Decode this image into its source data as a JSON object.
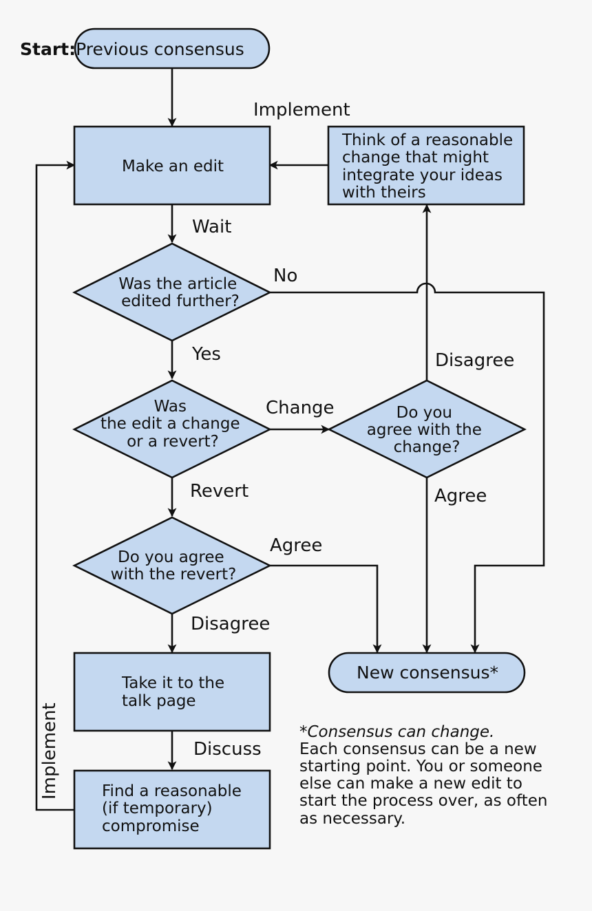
{
  "start": {
    "prefix": "Start:",
    "label": "Previous consensus"
  },
  "nodes": {
    "make_edit": "Make an edit",
    "think_change": [
      "Think of a reasonable",
      "change that might",
      "integrate your ideas",
      "with theirs"
    ],
    "edited_further": [
      "Was the article",
      "edited further?"
    ],
    "change_or_revert": [
      "Was",
      "the edit a change",
      "or a revert?"
    ],
    "agree_change": [
      "Do you",
      "agree with the",
      "change?"
    ],
    "agree_revert": [
      "Do you agree",
      "with the revert?"
    ],
    "talk_page": [
      "Take it to the",
      "talk page"
    ],
    "compromise": [
      "Find a reasonable",
      "(if temporary)",
      "compromise"
    ],
    "new_consensus": "New consensus*"
  },
  "edges": {
    "implement_top": "Implement",
    "wait": "Wait",
    "no": "No",
    "yes": "Yes",
    "change": "Change",
    "disagree_right": "Disagree",
    "revert": "Revert",
    "agree_right": "Agree",
    "agree_revert": "Agree",
    "disagree_revert": "Disagree",
    "discuss": "Discuss",
    "implement_left": "Implement"
  },
  "note": {
    "title": "*Consensus can change.",
    "lines": [
      "Each consensus can be a new",
      "starting point. You or someone",
      "else can make a new edit to",
      "start the process over, as often",
      "as necessary."
    ]
  },
  "colors": {
    "node_fill": "#c4d8f0",
    "stroke": "#111111",
    "background": "#f7f7f7"
  }
}
